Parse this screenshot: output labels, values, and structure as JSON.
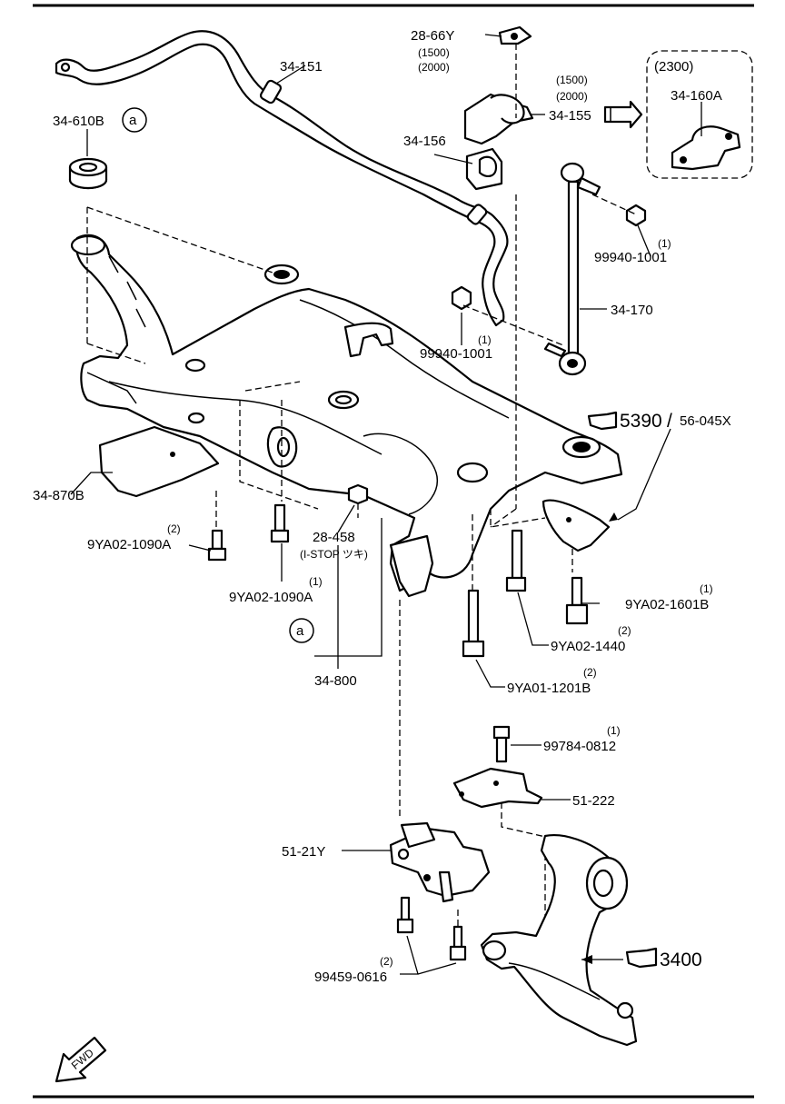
{
  "callouts": {
    "c_28_66Y": "28-66Y",
    "c_1500_a": "(1500)",
    "c_2000_a": "(2000)",
    "c_34_151": "34-151",
    "c_34_610B": "34-610B",
    "c_ref_a_top": "a",
    "c_2300": "(2300)",
    "c_34_160A": "34-160A",
    "c_1500_b": "(1500)",
    "c_2000_b": "(2000)",
    "c_34_155": "34-155",
    "c_34_156": "34-156",
    "c_99940_1001_right": "99940-1001",
    "c_qty_1_right_nut": "(1)",
    "c_34_170": "34-170",
    "c_99940_1001_left": "99940-1001",
    "c_qty_1_left_nut": "(1)",
    "c_5390": "5390",
    "c_slash": "/",
    "c_56_045X": "56-045X",
    "c_34_870B": "34-870B",
    "c_qty_2_a": "(2)",
    "c_9YA02_1090A_a": "9YA02-1090A",
    "c_28_458": "28-458",
    "c_istop": "(I-STOP ツキ)",
    "c_qty_1_b": "(1)",
    "c_9YA02_1090A_b": "9YA02-1090A",
    "c_qty_1_c": "(1)",
    "c_9YA02_1601B": "9YA02-1601B",
    "c_qty_2_c": "(2)",
    "c_9YA02_1440": "9YA02-1440",
    "c_ref_a_bottom": "a",
    "c_34_800": "34-800",
    "c_qty_2_d": "(2)",
    "c_9YA01_1201B": "9YA01-1201B",
    "c_qty_1_d": "(1)",
    "c_99784_0812": "99784-0812",
    "c_51_222": "51-222",
    "c_51_21Y": "51-21Y",
    "c_qty_2_e": "(2)",
    "c_99459_0616": "99459-0616",
    "c_3400": "3400",
    "c_fwd": "FWD"
  },
  "icons": {
    "reference_hand": "pointing-hand-icon",
    "direction_arrow": "fwd-arrow-icon",
    "alternative_arrow": "double-arrow-icon"
  },
  "colors": {
    "ink": "#000000",
    "paper": "#ffffff"
  }
}
